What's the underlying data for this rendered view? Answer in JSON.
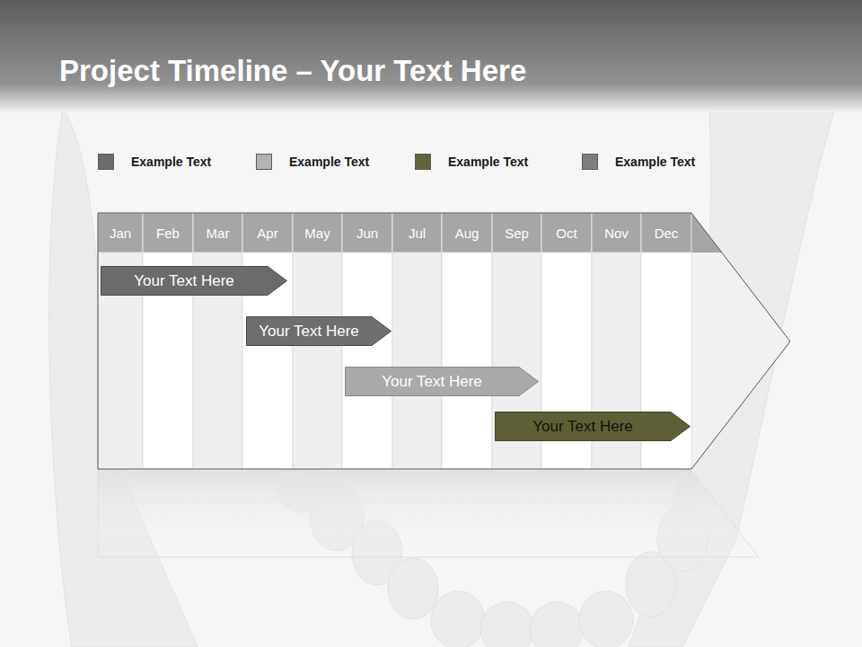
{
  "diagram": {
    "title": "Project Timeline – Your Text Here",
    "nodes": [
      {
        "text": [
          "Your  Text Here"
        ]
      },
      {
        "text": [
          "Your  Text Here"
        ]
      },
      {
        "text": [
          "Your  Text Here"
        ]
      },
      {
        "text": [
          "Your  Text Here"
        ]
      }
    ],
    "labels": [
      "Jan",
      "Feb",
      "Mar",
      "Apr",
      "May",
      "Jun",
      "Jul",
      "Aug",
      "Sep",
      "Oct",
      "Nov",
      "Dec"
    ],
    "legend": [
      {
        "text": "Example Text",
        "color": "#6b6b6b"
      },
      {
        "text": "Example Text",
        "color": "#b3b3b3"
      },
      {
        "text": "Example Text",
        "color": "#63633a"
      },
      {
        "text": "Example Text",
        "color": "#7d7d7d"
      }
    ]
  }
}
